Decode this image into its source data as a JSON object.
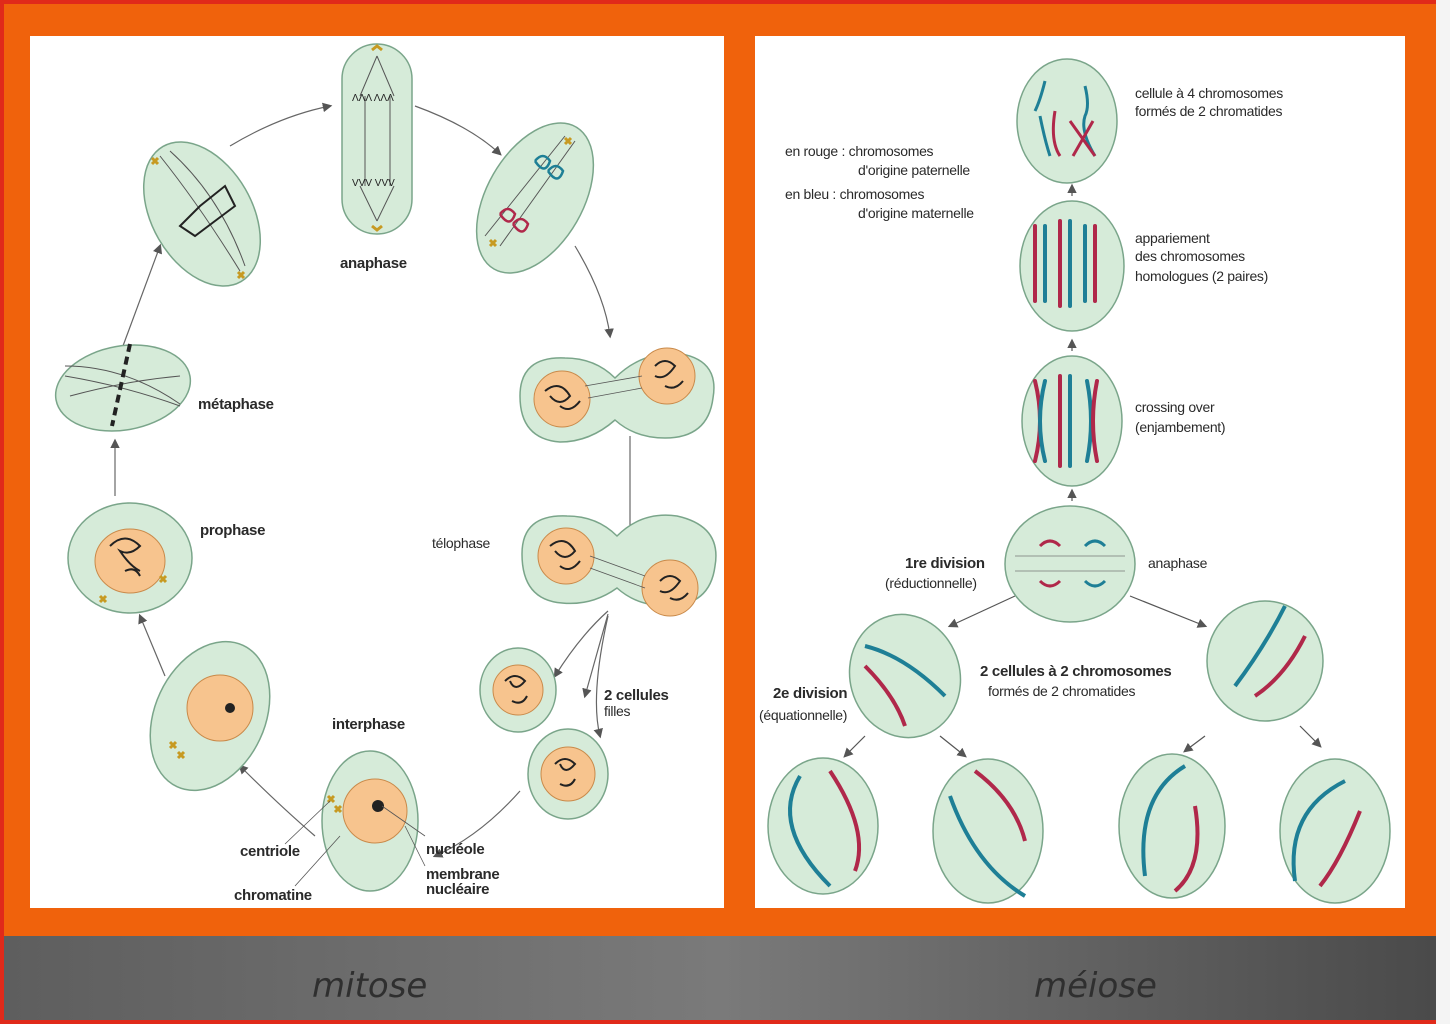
{
  "mitose": {
    "title": "mitose",
    "labels": {
      "anaphase": "anaphase",
      "metaphase": "métaphase",
      "prophase": "prophase",
      "interphase": "interphase",
      "telophase": "télophase",
      "cellules_filles_1": "2 cellules",
      "cellules_filles_2": "filles",
      "centriole": "centriole",
      "chromatine": "chromatine",
      "nucleole": "nucléole",
      "membrane_1": "membrane",
      "membrane_2": "nucléaire"
    }
  },
  "meiose": {
    "title": "méiose",
    "labels": {
      "cellule_4_1": "cellule à 4 chromosomes",
      "cellule_4_2": "formés de 2 chromatides",
      "rouge_1": "en rouge : chromosomes",
      "rouge_2": "d'origine paternelle",
      "bleu_1": "en bleu   : chromosomes",
      "bleu_2": "d'origine maternelle",
      "appariement_1": "appariement",
      "appariement_2": "des chromosomes",
      "appariement_3": "homologues (2 paires)",
      "crossing_1": "crossing over",
      "crossing_2": "(enjambement)",
      "div1_1": "1re division",
      "div1_2": "(réductionnelle)",
      "anaphase": "anaphase",
      "deux_cellules_1": "2 cellules à 2 chromosomes",
      "deux_cellules_2": "formés de 2 chromatides",
      "div2_1": "2e division",
      "div2_2": "(équationnelle)"
    }
  },
  "colors": {
    "frame_orange": "#f0620c",
    "footer_gray": "#5a5a5a",
    "cell_fill": "#d6ebd9",
    "nucleus_fill": "#f7c48e",
    "paternal_red": "#b0284a",
    "maternal_blue": "#1e7f96"
  }
}
